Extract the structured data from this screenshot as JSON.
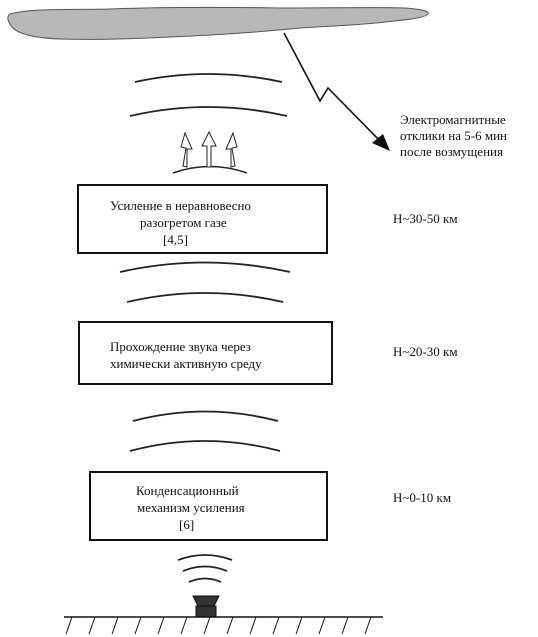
{
  "annotation": {
    "line1": "Электромагнитные",
    "line2": "отклики на 5-6 мин",
    "line3": "после возмущения"
  },
  "boxes": [
    {
      "lines": [
        "Усиление в неравновесно",
        "разогретом газе",
        "[4,5]"
      ],
      "altitude": "H~30-50 км"
    },
    {
      "lines": [
        "Прохождение звука через",
        "химически активную среду"
      ],
      "altitude": "H~20-30 км"
    },
    {
      "lines": [
        "Конденсационный",
        "механизм усиления",
        "[6]"
      ],
      "altitude": "H~0-10 км"
    }
  ],
  "colors": {
    "cloud_fill": "#b8b8b8",
    "cloud_stroke": "#555555",
    "line": "#111111"
  }
}
